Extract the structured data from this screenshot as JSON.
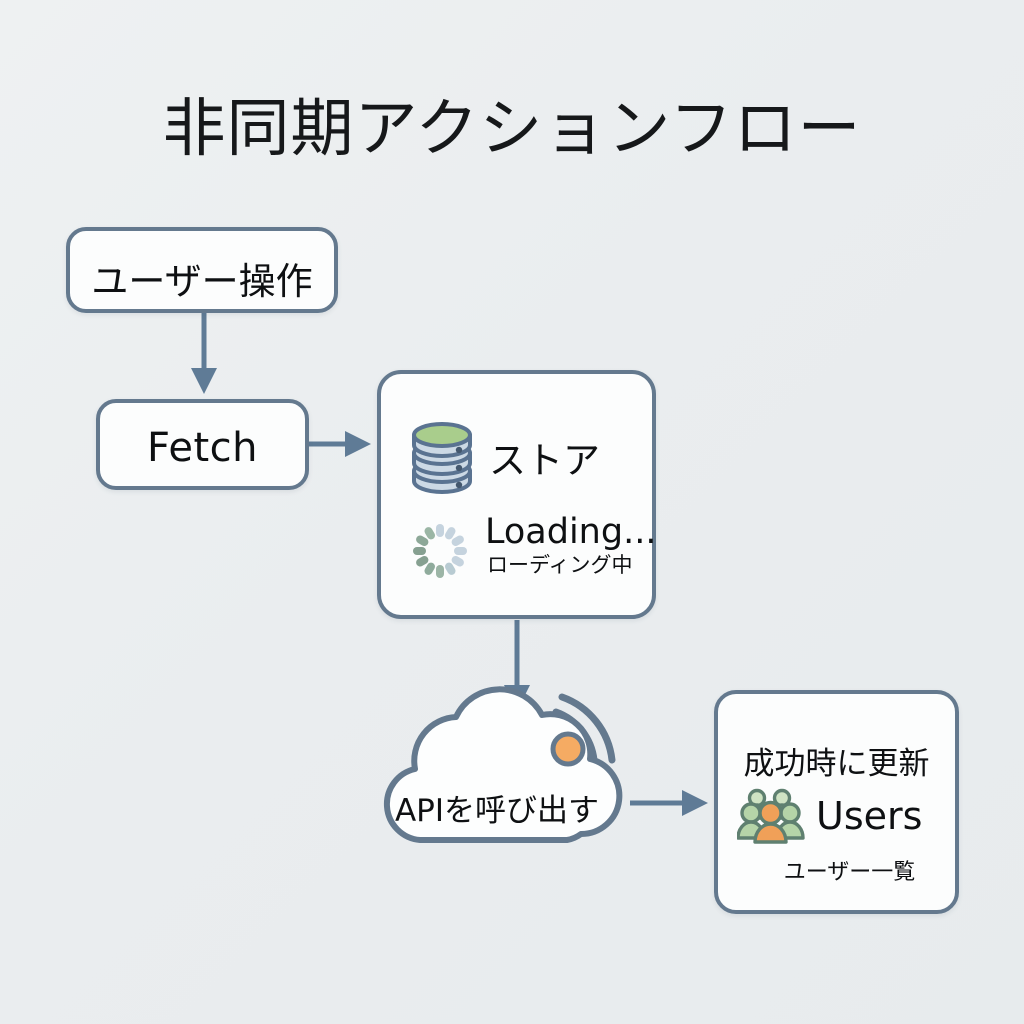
{
  "page": {
    "title": "非同期アクションフロー",
    "background_color": "#eceef0"
  },
  "theme": {
    "node_stroke": "#64798e",
    "node_fill": "#fcfdfd",
    "edge_color": "#5f7b96",
    "accent_orange": "#f0a058",
    "accent_green": "#a9cd8c",
    "icon_blue": "#ccd9e5",
    "icon_stroke": "#5a7391",
    "spinner_dark": "#86a091",
    "spinner_light": "#c5d3de"
  },
  "nodes": {
    "user_action": {
      "label": "ユーザー操作",
      "shape": "rounded-rect"
    },
    "fetch": {
      "label": "Fetch",
      "shape": "rounded-rect"
    },
    "store": {
      "title": "ストア",
      "loading_label": "Loading...",
      "loading_sublabel": "ローディング中",
      "db_icon": "database-icon",
      "spinner_icon": "loading-spinner-icon",
      "shape": "rounded-rect"
    },
    "api_call": {
      "label": "APIを呼び出す",
      "shape": "cloud",
      "wifi_icon": "wifi-signal-icon",
      "status_dot": "status-dot-icon"
    },
    "users": {
      "title": "成功時に更新",
      "main_label": "Users",
      "sublabel": "ユーザー一覧",
      "icon": "users-group-icon",
      "shape": "rounded-rect"
    }
  },
  "edges": [
    {
      "name": "edge-user-to-fetch",
      "from": "user_action",
      "to": "fetch",
      "direction": "down"
    },
    {
      "name": "edge-fetch-to-store",
      "from": "fetch",
      "to": "store",
      "direction": "right"
    },
    {
      "name": "edge-store-to-api",
      "from": "store",
      "to": "api_call",
      "direction": "down"
    },
    {
      "name": "edge-api-to-users",
      "from": "api_call",
      "to": "users",
      "direction": "right"
    }
  ]
}
